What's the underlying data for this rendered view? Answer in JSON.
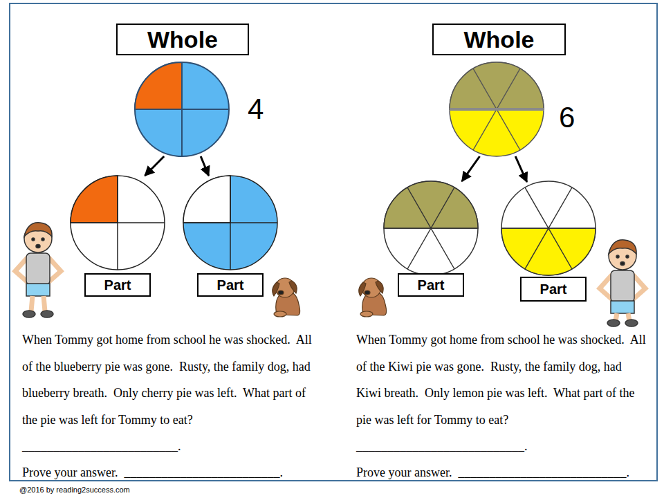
{
  "diagram": {
    "nodes": [
      {
        "text": [
          "Whole"
        ]
      },
      {
        "text": [
          "4"
        ]
      },
      {
        "text": [
          "Part"
        ]
      },
      {
        "text": [
          "Part"
        ]
      },
      {
        "text": [
          "Whole"
        ]
      },
      {
        "text": [
          "6"
        ]
      },
      {
        "text": [
          "Part"
        ]
      },
      {
        "text": [
          "Part"
        ]
      }
    ],
    "edges": [
      {
        "from": 1,
        "to": 2,
        "arrow": "to"
      },
      {
        "from": 1,
        "to": 3,
        "arrow": "to"
      },
      {
        "from": 5,
        "to": 6,
        "arrow": "to"
      },
      {
        "from": 5,
        "to": 7,
        "arrow": "to"
      }
    ],
    "labels": [
      "When Tommy got home from school he was shocked.  All of the blueberry pie was gone.  Rusty, the family dog, had blueberry breath.  Only cherry pie was left.  What part of the pie was left for Tommy to eat?  _________________________.",
      "Prove your answer.  _________________________.",
      "When Tommy got home from school he was shocked.  All of the Kiwi pie was gone.  Rusty, the family dog, had Kiwi breath.  Only lemon pie was left.  What part of the pie was left for Tommy to eat?  ___________________________.",
      "Prove your answer.  ___________________________.",
      "@2016 by reading2success.com"
    ]
  }
}
